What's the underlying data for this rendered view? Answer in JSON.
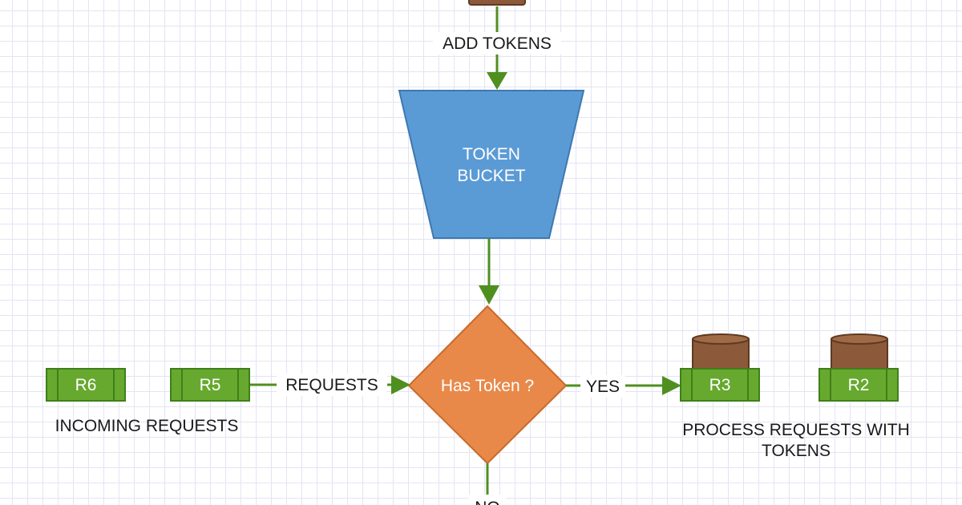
{
  "diagram": {
    "add_tokens_label": "ADD TOKENS",
    "bucket": {
      "line1": "TOKEN",
      "line2": "BUCKET",
      "color": "#5b9bd5"
    },
    "decision": {
      "label": "Has Token ?",
      "color": "#e8894a"
    },
    "requests_label": "REQUESTS",
    "yes_label": "YES",
    "no_label": "NO",
    "incoming_label": "INCOMING REQUESTS",
    "process_label": {
      "line1": "PROCESS REQUESTS WITH",
      "line2": "TOKENS"
    },
    "requests": {
      "r6": "R6",
      "r5": "R5",
      "r3": "R3",
      "r2": "R2"
    },
    "colors": {
      "edge": "#4f8f1f",
      "request": "#66a92e",
      "token": "#8c5a3a",
      "grid": "#e4e4f4"
    }
  }
}
